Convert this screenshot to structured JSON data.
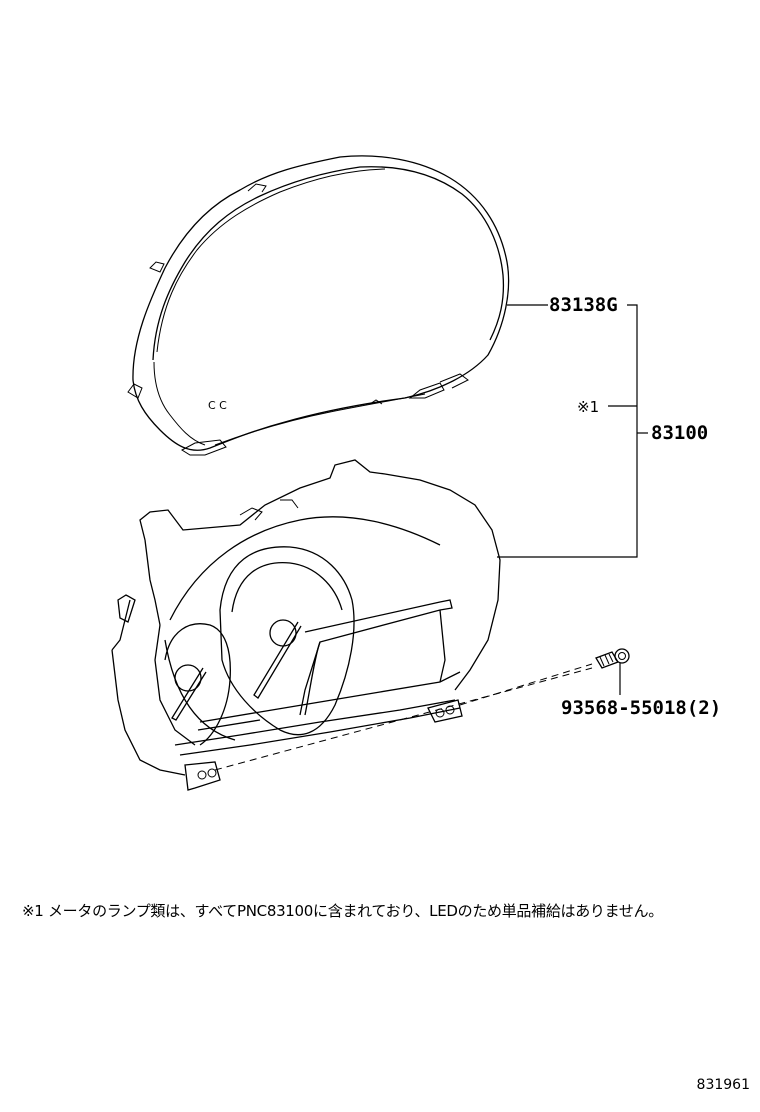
{
  "diagram": {
    "parts": [
      {
        "id": "lens",
        "part_no": "83138G"
      },
      {
        "id": "meter_assembly",
        "part_no": "83100"
      },
      {
        "id": "screw",
        "part_no": "93568-55018",
        "quantity": "(2)",
        "label": "93568-55018(2)"
      }
    ],
    "reference_mark": "※1",
    "lens_marking": "C C",
    "note": "※1  メータのランプ類は、すべてPNC83100に含まれており、LEDのため単品補給はありません。",
    "figure_number": "831961"
  }
}
